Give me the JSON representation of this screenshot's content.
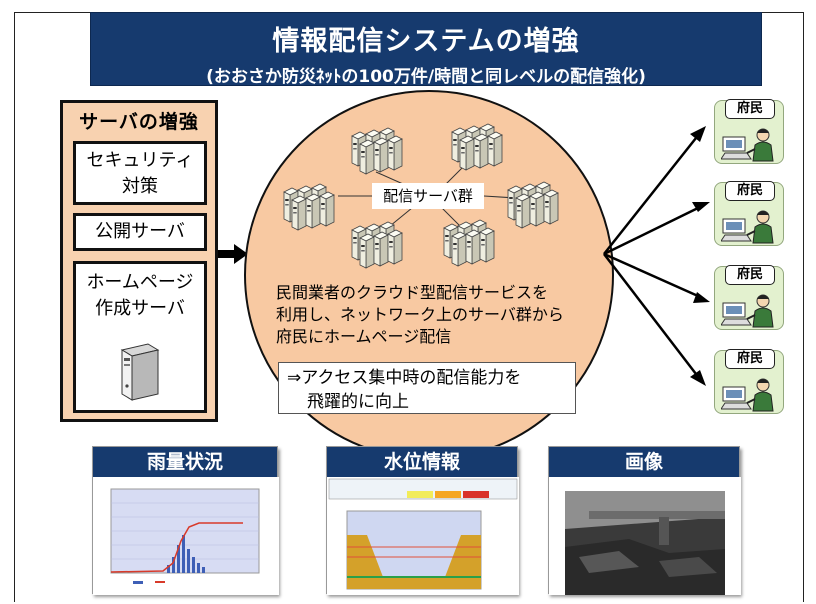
{
  "title": {
    "main": "情報配信システムの増強",
    "sub": "(おおさか防災ﾈｯﾄの100万件/時間と同レベルの配信強化)"
  },
  "server_box": {
    "title": "サーバの増強",
    "items": [
      {
        "line1": "セキュリティ",
        "line2": "対策"
      },
      {
        "line1": "公開サーバ",
        "line2": ""
      },
      {
        "line1": "ホームページ",
        "line2": "作成サーバ"
      }
    ]
  },
  "cloud": {
    "server_group_label": "配信サーバ群",
    "description": [
      "民間業者のクラウド型配信サービスを",
      "利用し、ネットワーク上のサーバ群から",
      "府民にホームページ配信"
    ],
    "callout": [
      "⇒アクセス集中時の配信能力を",
      "飛躍的に向上"
    ]
  },
  "citizens": {
    "label": "府民",
    "count": 4
  },
  "panels": [
    {
      "title": "雨量状況"
    },
    {
      "title": "水位情報"
    },
    {
      "title": "画像"
    }
  ],
  "colors": {
    "banner": "#163a6e",
    "server_box_bg": "#f8d2b0",
    "circle_bg": "#f8c9a2",
    "citizen_bg": "#e3f1cf"
  }
}
